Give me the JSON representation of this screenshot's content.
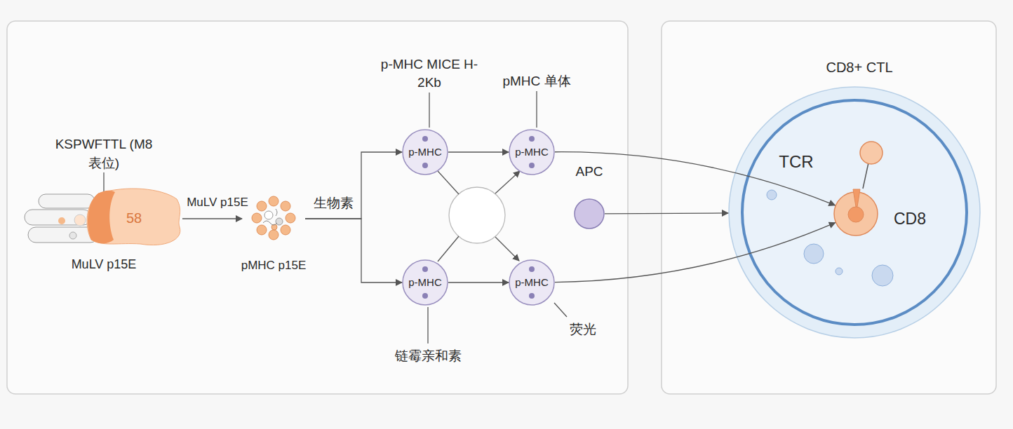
{
  "diagram": {
    "nodes": [
      {
        "text": [
          "58",
          "MuLV p15E"
        ]
      },
      {
        "text": [
          "pMHC p15E"
        ]
      },
      {
        "text": [
          "p-MHC MICE H-2Kb",
          "p-MHC"
        ]
      },
      {
        "text": [
          "pMHC 单体",
          "p-MHC"
        ]
      },
      {
        "text": [
          "p-MHC",
          "链霉亲和素"
        ]
      },
      {
        "text": [
          "p-MHC",
          "荧光"
        ]
      },
      {
        "text": [
          "APC"
        ]
      },
      {
        "text": [
          "CD8+ CTL"
        ]
      },
      {
        "text": [
          "CD8"
        ],
        "in": 7
      }
    ],
    "edges": [
      {
        "from": 0,
        "to": 1,
        "label": "MuLV p15E",
        "arrow": "to"
      },
      {
        "from": 1,
        "to": 2,
        "label": "生物素",
        "arrow": "to"
      },
      {
        "from": 1,
        "to": 4,
        "arrow": "to"
      },
      {
        "from": 2,
        "to": 3,
        "arrow": "to"
      },
      {
        "from": 4,
        "to": 5,
        "arrow": "to"
      },
      {
        "from": 3,
        "to": 8,
        "arrow": "to"
      },
      {
        "from": 5,
        "to": 8,
        "arrow": "to"
      },
      {
        "from": 6,
        "to": 7,
        "arrow": "to"
      }
    ],
    "labels": [
      "KSPWFTTL (M8 表位)",
      "TCR"
    ]
  }
}
